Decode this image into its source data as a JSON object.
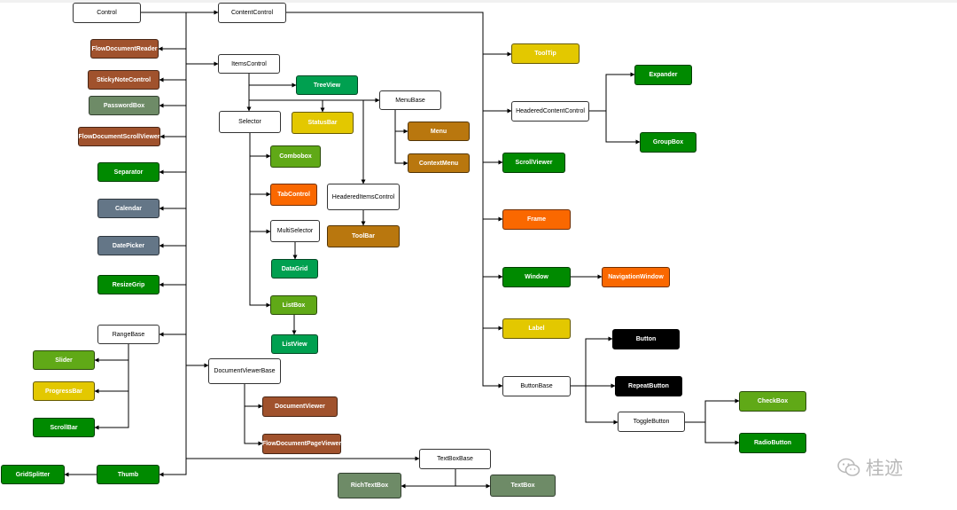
{
  "colors": {
    "white": "#ffffff",
    "brown": "#a0522d",
    "sage": "#6e8b67",
    "green": "#008a00",
    "slate": "#647687",
    "lime": "#60a917",
    "yellow": "#e3c800",
    "orange": "#fa6800",
    "emerald": "#00a050",
    "amber": "#b9770e",
    "black": "#000000"
  },
  "nodes": {
    "control": {
      "label": "Control",
      "color": "white"
    },
    "content_control": {
      "label": "ContentControl",
      "color": "white"
    },
    "flow_document_reader": {
      "label": "FlowDocumentReader",
      "color": "brown"
    },
    "sticky_note_control": {
      "label": "StickyNoteControl",
      "color": "brown"
    },
    "password_box": {
      "label": "PasswordBox",
      "color": "sage"
    },
    "flow_document_scroll_viewer": {
      "label": "FlowDocumentScrollViewer",
      "color": "brown"
    },
    "separator": {
      "label": "Separator",
      "color": "green"
    },
    "calendar": {
      "label": "Calendar",
      "color": "slate"
    },
    "date_picker": {
      "label": "DatePicker",
      "color": "slate"
    },
    "resize_grip": {
      "label": "ResizeGrip",
      "color": "green"
    },
    "range_base": {
      "label": "RangeBase",
      "color": "white"
    },
    "slider": {
      "label": "Slider",
      "color": "lime"
    },
    "progress_bar": {
      "label": "ProgressBar",
      "color": "yellow"
    },
    "scroll_bar": {
      "label": "ScrollBar",
      "color": "green"
    },
    "thumb": {
      "label": "Thumb",
      "color": "green"
    },
    "grid_splitter": {
      "label": "GridSplitter",
      "color": "green"
    },
    "items_control": {
      "label": "ItemsControl",
      "color": "white"
    },
    "tree_view": {
      "label": "TreeView",
      "color": "emerald"
    },
    "status_bar": {
      "label": "StatusBar",
      "color": "yellow"
    },
    "menu_base": {
      "label": "MenuBase",
      "color": "white"
    },
    "menu": {
      "label": "Menu",
      "color": "amber"
    },
    "context_menu": {
      "label": "ContextMenu",
      "color": "amber"
    },
    "selector": {
      "label": "Selector",
      "color": "white"
    },
    "combobox": {
      "label": "Combobox",
      "color": "lime"
    },
    "tab_control": {
      "label": "TabControl",
      "color": "orange"
    },
    "headered_items_control": {
      "label": "HeaderedItemsControl",
      "color": "white"
    },
    "tool_bar": {
      "label": "ToolBar",
      "color": "amber"
    },
    "multi_selector": {
      "label": "MultiSelector",
      "color": "white"
    },
    "data_grid": {
      "label": "DataGrid",
      "color": "emerald"
    },
    "list_box": {
      "label": "ListBox",
      "color": "lime"
    },
    "list_view": {
      "label": "ListView",
      "color": "emerald"
    },
    "document_viewer_base": {
      "label": "DocumentViewerBase",
      "color": "white"
    },
    "document_viewer": {
      "label": "DocumentViewer",
      "color": "brown"
    },
    "flow_document_page_viewer": {
      "label": "FlowDocumentPageViewer",
      "color": "brown"
    },
    "text_box_base": {
      "label": "TextBoxBase",
      "color": "white"
    },
    "rich_text_box": {
      "label": "RichTextBox",
      "color": "sage"
    },
    "text_box": {
      "label": "TextBox",
      "color": "sage"
    },
    "tool_tip": {
      "label": "ToolTip",
      "color": "yellow"
    },
    "headered_content_control": {
      "label": "HeaderedContentControl",
      "color": "white"
    },
    "expander": {
      "label": "Expander",
      "color": "green"
    },
    "group_box": {
      "label": "GroupBox",
      "color": "green"
    },
    "scroll_viewer": {
      "label": "ScrollViewer",
      "color": "green"
    },
    "frame": {
      "label": "Frame",
      "color": "orange"
    },
    "window": {
      "label": "Window",
      "color": "green"
    },
    "navigation_window": {
      "label": "NavigationWindow",
      "color": "orange"
    },
    "label": {
      "label": "Label",
      "color": "yellow"
    },
    "button_base": {
      "label": "ButtonBase",
      "color": "white"
    },
    "button": {
      "label": "Button",
      "color": "black"
    },
    "repeat_button": {
      "label": "RepeatButton",
      "color": "black"
    },
    "toggle_button": {
      "label": "ToggleButton",
      "color": "white"
    },
    "check_box": {
      "label": "CheckBox",
      "color": "lime"
    },
    "radio_button": {
      "label": "RadioButton",
      "color": "green"
    }
  },
  "watermark": {
    "text": "桂迹",
    "icon": "wechat-icon"
  }
}
